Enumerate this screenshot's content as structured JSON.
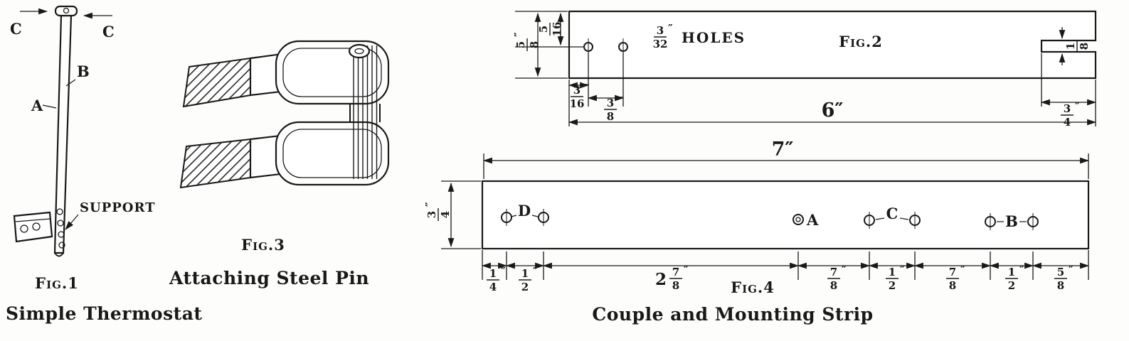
{
  "units": {
    "inch": "″"
  },
  "fig1": {
    "caption": "Fig.1",
    "title": "Simple Thermostat",
    "label_a": "A",
    "label_b": "B",
    "label_c_left": "C",
    "label_c_right": "C",
    "label_support": "SUPPORT"
  },
  "fig3": {
    "caption": "Fig.3",
    "title": "Attaching Steel Pin"
  },
  "fig2": {
    "caption": "Fig.2",
    "length_label": "6″",
    "holes_note": {
      "num": "3",
      "den": "32",
      "unit": "″",
      "text": "HOLES"
    },
    "dim_left_outer": {
      "num": "5",
      "den": "8",
      "unit": "″"
    },
    "dim_left_inner": {
      "num": "5",
      "den": "16",
      "unit": ""
    },
    "dim_hole_offset": {
      "num": "3",
      "den": "16",
      "unit": "″"
    },
    "dim_hole_spacing": {
      "num": "3",
      "den": "8",
      "unit": "″"
    },
    "dim_notch_depth": {
      "num": "3",
      "den": "4",
      "unit": "″"
    },
    "dim_notch_width": {
      "num": "1",
      "den": "8",
      "unit": ""
    }
  },
  "fig4": {
    "caption": "Fig.4",
    "title": "Couple and Mounting Strip",
    "length_label": "7″",
    "dim_width": {
      "num": "3",
      "den": "4",
      "unit": "″"
    },
    "hole_labels": {
      "a": "A",
      "b": "B",
      "c": "C",
      "d": "D"
    },
    "dims": [
      {
        "whole": "",
        "num": "1",
        "den": "4",
        "unit": "″"
      },
      {
        "whole": "",
        "num": "1",
        "den": "2",
        "unit": "″"
      },
      {
        "whole": "2",
        "num": "7",
        "den": "8",
        "unit": "″"
      },
      {
        "whole": "",
        "num": "7",
        "den": "8",
        "unit": "″"
      },
      {
        "whole": "",
        "num": "1",
        "den": "2",
        "unit": "″"
      },
      {
        "whole": "",
        "num": "7",
        "den": "8",
        "unit": "″"
      },
      {
        "whole": "",
        "num": "1",
        "den": "2",
        "unit": "″"
      },
      {
        "whole": "",
        "num": "5",
        "den": "8",
        "unit": "″"
      }
    ]
  }
}
